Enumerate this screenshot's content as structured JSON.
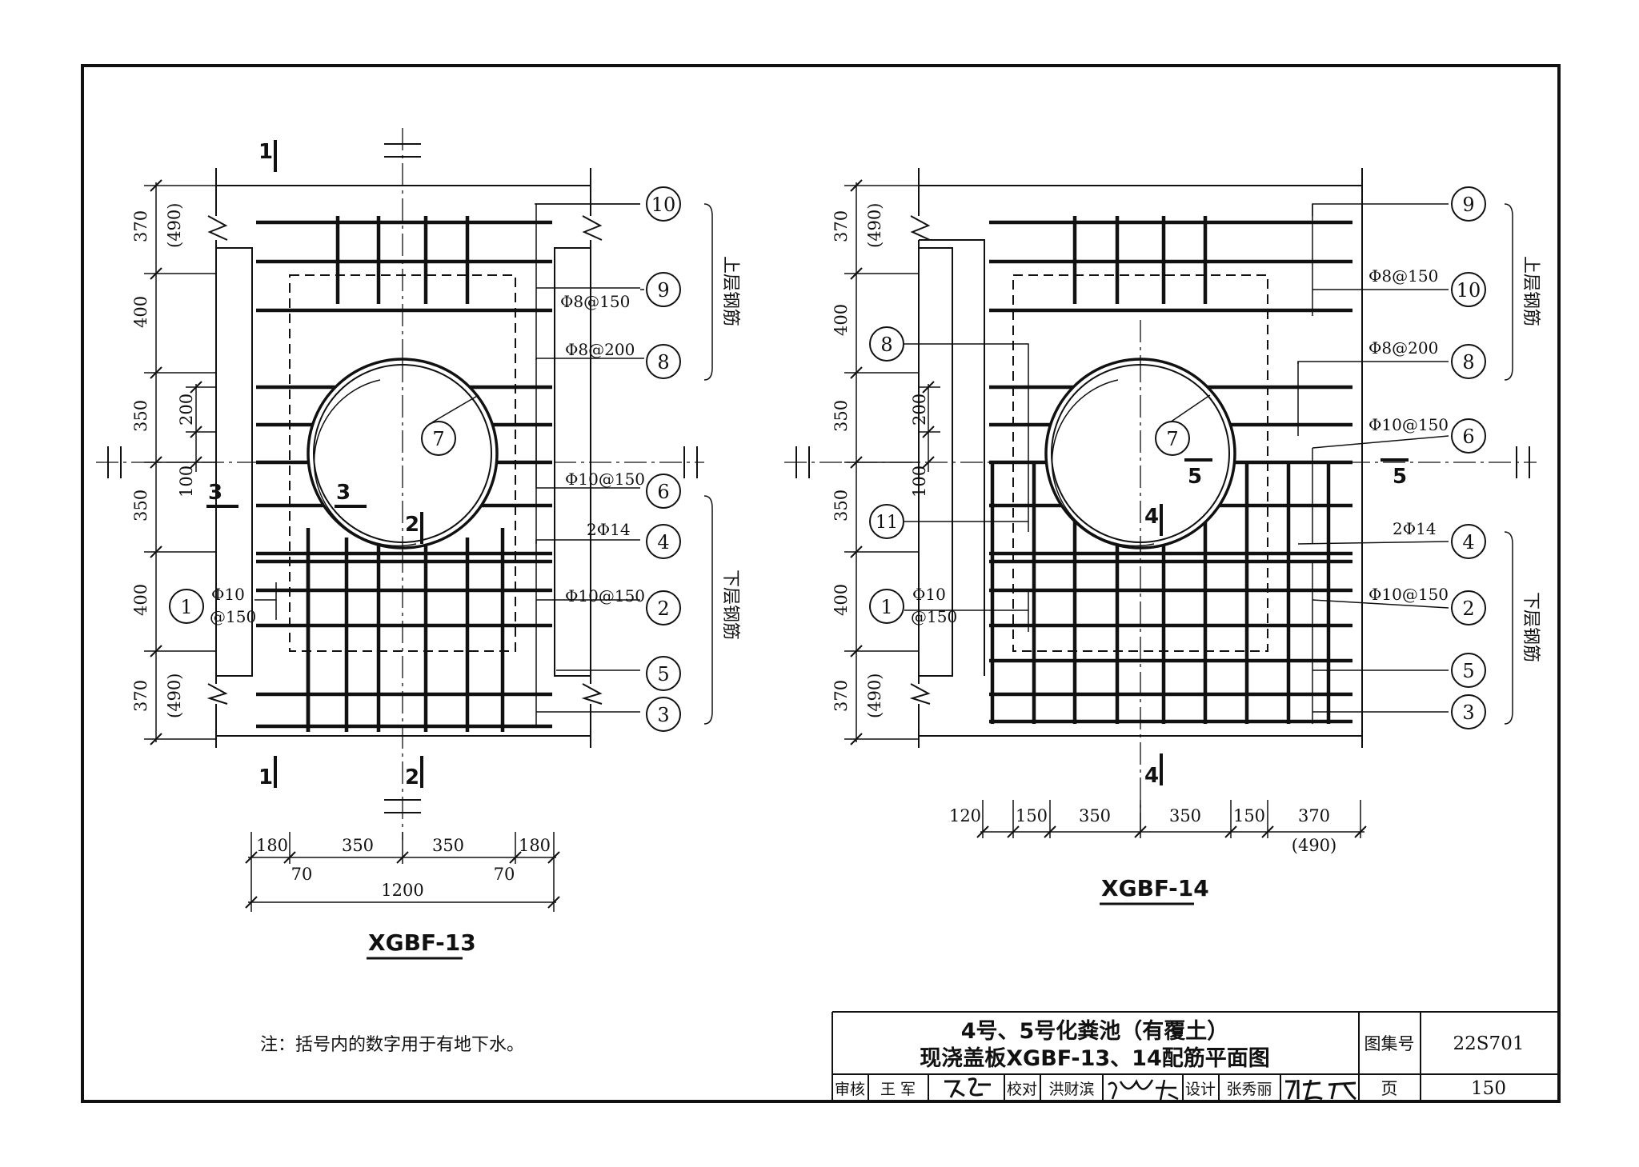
{
  "drawing_left": {
    "title": "XGBF-13",
    "section_marks": [
      "1",
      "1",
      "2",
      "2",
      "3",
      "3"
    ],
    "dims_vertical": [
      "370",
      "(490)",
      "400",
      "350",
      "200",
      "100",
      "350",
      "400",
      "370",
      "(490)"
    ],
    "dims_horizontal": [
      "180",
      "350",
      "350",
      "180",
      "70",
      "70",
      "1200"
    ],
    "callouts": [
      {
        "num": "10",
        "label": ""
      },
      {
        "num": "9",
        "label": "Φ8@150"
      },
      {
        "num": "8",
        "label": "Φ8@200"
      },
      {
        "num": "7",
        "label": ""
      },
      {
        "num": "6",
        "label": "Φ10@150"
      },
      {
        "num": "4",
        "label": "2Φ14"
      },
      {
        "num": "2",
        "label": "Φ10@150"
      },
      {
        "num": "5",
        "label": ""
      },
      {
        "num": "3",
        "label": ""
      },
      {
        "num": "1",
        "label": "Φ10",
        "label2": "@150"
      }
    ],
    "group_upper": "上层钢筋",
    "group_lower": "下层钢筋"
  },
  "drawing_right": {
    "title": "XGBF-14",
    "section_marks": [
      "4",
      "4",
      "5",
      "5"
    ],
    "dims_vertical": [
      "370",
      "(490)",
      "400",
      "350",
      "200",
      "100",
      "350",
      "400",
      "370",
      "(490)"
    ],
    "dims_horizontal": [
      "120",
      "150",
      "350",
      "350",
      "150",
      "370",
      "(490)"
    ],
    "callouts": [
      {
        "num": "9",
        "label": ""
      },
      {
        "num": "10",
        "label": "Φ8@150"
      },
      {
        "num": "8",
        "label": "Φ8@200"
      },
      {
        "num": "6",
        "label": "Φ10@150"
      },
      {
        "num": "4",
        "label": "2Φ14"
      },
      {
        "num": "2",
        "label": "Φ10@150"
      },
      {
        "num": "5",
        "label": ""
      },
      {
        "num": "3",
        "label": ""
      },
      {
        "num": "7",
        "label": ""
      },
      {
        "num": "8",
        "label": ""
      },
      {
        "num": "11",
        "label": ""
      },
      {
        "num": "1",
        "label": "Φ10",
        "label2": "@150"
      }
    ],
    "group_upper": "上层钢筋",
    "group_lower": "下层钢筋"
  },
  "note": "注：括号内的数字用于有地下水。",
  "title_block": {
    "title_line1": "4号、5号化粪池（有覆土）",
    "title_line2": "现浇盖板XGBF-13、14配筋平面图",
    "atlas_label": "图集号",
    "atlas_no": "22S701",
    "page_label": "页",
    "page_no": "150",
    "review_label": "审核",
    "review_name": "王 军",
    "check_label": "校对",
    "check_name": "洪财滨",
    "design_label": "设计",
    "design_name": "张秀丽",
    "sig_review": "王军",
    "sig_check": "洪财滨",
    "sig_design": "张秀丽"
  }
}
